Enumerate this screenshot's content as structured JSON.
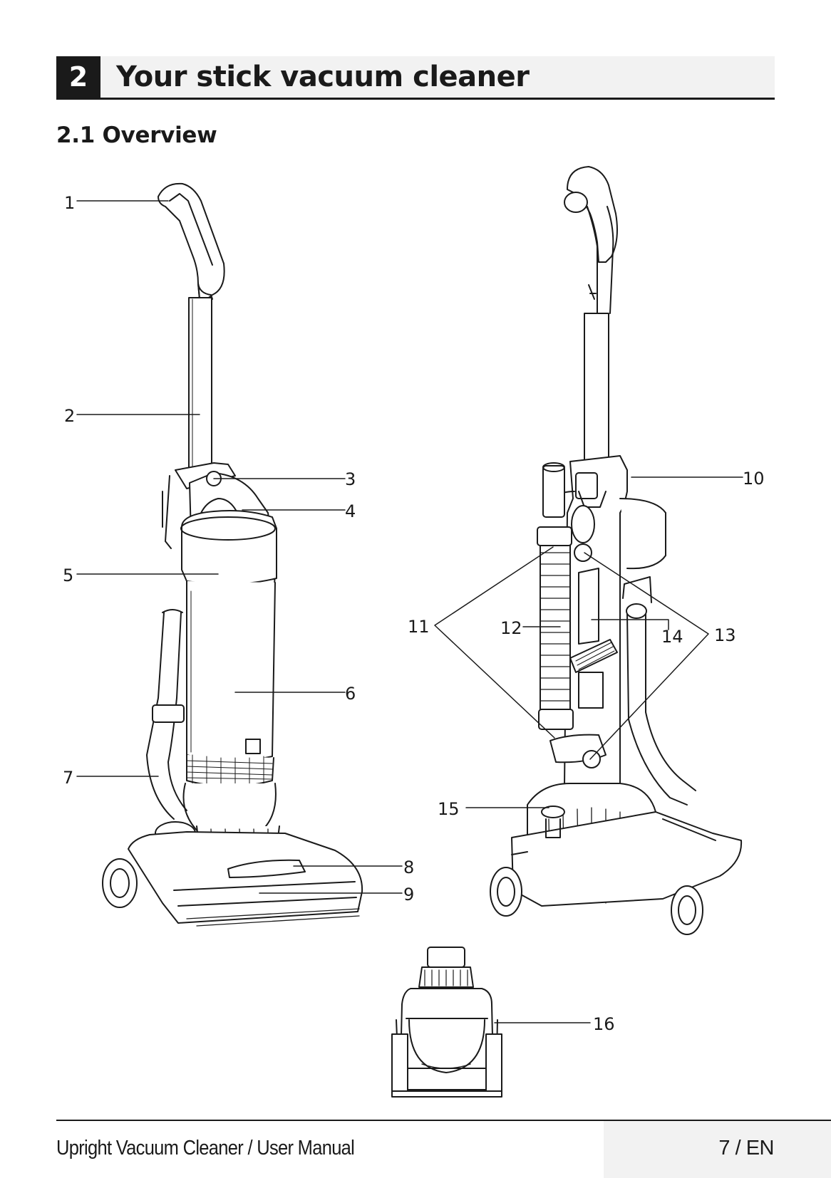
{
  "header": {
    "chapter_number": "2",
    "chapter_title": "Your stick vacuum cleaner"
  },
  "section": {
    "title": "2.1 Overview"
  },
  "callouts": [
    "1",
    "2",
    "3",
    "4",
    "5",
    "6",
    "7",
    "8",
    "9",
    "10",
    "11",
    "12",
    "13",
    "14",
    "15",
    "16"
  ],
  "footer": {
    "manual_title": "Upright Vacuum Cleaner / User Manual",
    "page": "7 / EN"
  }
}
